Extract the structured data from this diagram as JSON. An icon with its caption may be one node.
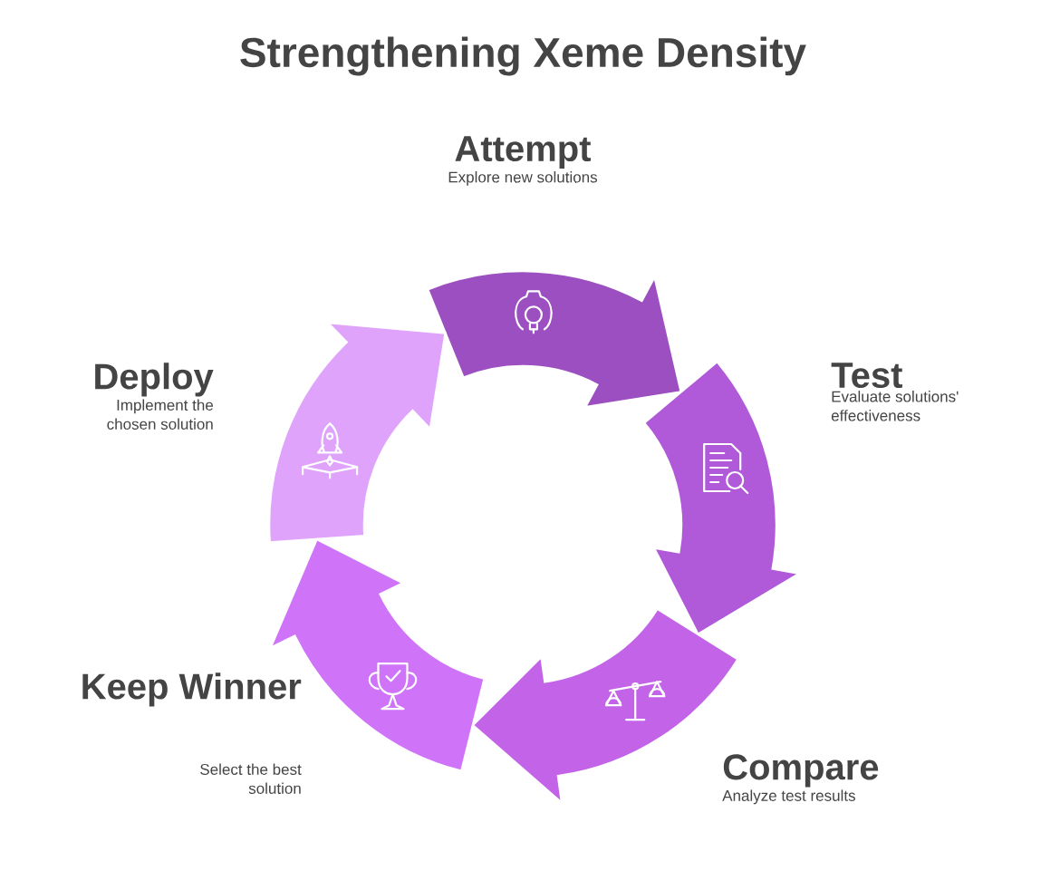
{
  "diagram": {
    "title": "Strengthening Xeme Density",
    "nodes": [
      {
        "text": [
          "Attempt",
          "Explore new solutions"
        ]
      },
      {
        "text": [
          "Test",
          "Evaluate solutions' effectiveness"
        ]
      },
      {
        "text": [
          "Compare",
          "Analyze test results"
        ]
      },
      {
        "text": [
          "Keep Winner",
          "Select the best solution"
        ]
      },
      {
        "text": [
          "Deploy",
          "Implement the chosen solution"
        ]
      }
    ]
  }
}
